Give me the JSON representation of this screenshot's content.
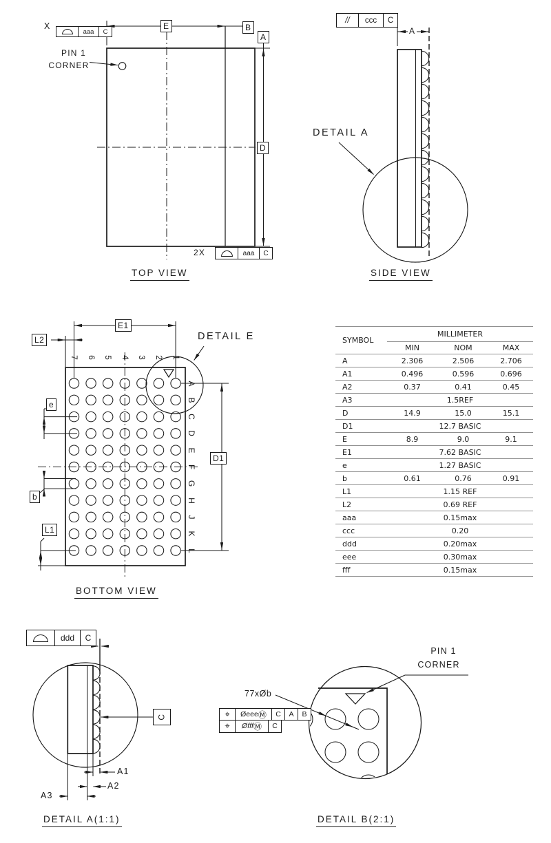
{
  "top_view": {
    "title": "TOP VIEW",
    "datum_x_label": "X",
    "pin1_label_line1": "PIN 1",
    "pin1_label_line2": "CORNER",
    "count_label": "2X",
    "datum_frame": {
      "tol": "aaa",
      "datum": "C"
    },
    "count_frame": {
      "tol": "aaa",
      "datum": "C"
    },
    "dim_e": "E",
    "datum_b": "B",
    "datum_a": "A",
    "dim_d": "D"
  },
  "side_view": {
    "title": "SIDE VIEW",
    "parallelism_frame": {
      "symbol": "//",
      "tol": "ccc",
      "datum": "C"
    },
    "dim_a": "A",
    "detail_label": "DETAIL A"
  },
  "bottom_view": {
    "title": "BOTTOM VIEW",
    "detail_label": "DETAIL E",
    "dim_e1": "E1",
    "dim_l2": "L2",
    "dim_e": "e",
    "dim_b": "b",
    "dim_l1": "L1",
    "dim_d1": "D1",
    "col_labels": [
      "7",
      "6",
      "5",
      "4",
      "3",
      "2",
      "1"
    ],
    "row_labels": [
      "A",
      "B",
      "C",
      "D",
      "E",
      "F",
      "G",
      "H",
      "J",
      "K",
      "L"
    ]
  },
  "detail_a": {
    "title": "DETAIL A(1:1)",
    "frame": {
      "tol": "ddd",
      "datum": "C"
    },
    "datum_c_label": "C",
    "dim_a1": "A1",
    "dim_a2": "A2",
    "dim_a3": "A3"
  },
  "detail_b": {
    "title": "DETAIL B(2:1)",
    "pin1_label_line1": "PIN 1",
    "pin1_label_line2": "CORNER",
    "ball_callout": "77xØb",
    "position_symbol": "⌖",
    "material_modifier": "Ⓜ",
    "frame1_tol": "Øeee",
    "frame1_datum1": "C",
    "frame1_datum2": "A",
    "frame1_datum3": "B",
    "frame2_tol": "Øfff",
    "frame2_datum": "C"
  },
  "table": {
    "col_symbol": "SYMBOL",
    "unit_header": "MILLIMETER",
    "sub_headers": [
      "MIN",
      "NOM",
      "MAX"
    ],
    "rows": [
      {
        "symbol": "A",
        "min": "2.306",
        "nom": "2.506",
        "max": "2.706"
      },
      {
        "symbol": "A1",
        "min": "0.496",
        "nom": "0.596",
        "max": "0.696"
      },
      {
        "symbol": "A2",
        "min": "0.37",
        "nom": "0.41",
        "max": "0.45"
      },
      {
        "symbol": "A3",
        "span": "1.5REF"
      },
      {
        "symbol": "D",
        "min": "14.9",
        "nom": "15.0",
        "max": "15.1"
      },
      {
        "symbol": "D1",
        "span": "12.7 BASIC"
      },
      {
        "symbol": "E",
        "min": "8.9",
        "nom": "9.0",
        "max": "9.1"
      },
      {
        "symbol": "E1",
        "span": "7.62 BASIC"
      },
      {
        "symbol": "e",
        "span": "1.27 BASIC"
      },
      {
        "symbol": "b",
        "min": "0.61",
        "nom": "0.76",
        "max": "0.91"
      },
      {
        "symbol": "L1",
        "span": "1.15 REF"
      },
      {
        "symbol": "L2",
        "span": "0.69 REF"
      },
      {
        "symbol": "aaa",
        "span": "0.15max"
      },
      {
        "symbol": "ccc",
        "span": "0.20"
      },
      {
        "symbol": "ddd",
        "span": "0.20max"
      },
      {
        "symbol": "eee",
        "span": "0.30max"
      },
      {
        "symbol": "fff",
        "span": "0.15max"
      }
    ]
  }
}
